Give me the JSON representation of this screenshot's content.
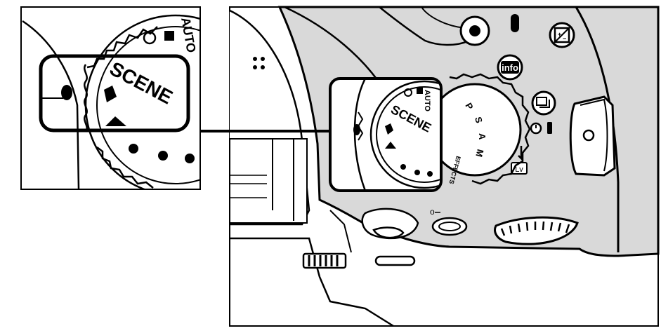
{
  "inset_dial": {
    "scene_label": "SCENE",
    "auto_label": "AUTO"
  },
  "body_dial": {
    "scene_label": "SCENE",
    "auto_label": "AUTO",
    "mode_letters": [
      "P",
      "S",
      "A",
      "M"
    ],
    "effects_label": "EFFECTS"
  },
  "buttons": {
    "info_label": "info",
    "live_view_label": "Lv"
  },
  "colors": {
    "ink": "#000000",
    "body_gray": "#d9d9d9",
    "panel_white": "#ffffff"
  }
}
